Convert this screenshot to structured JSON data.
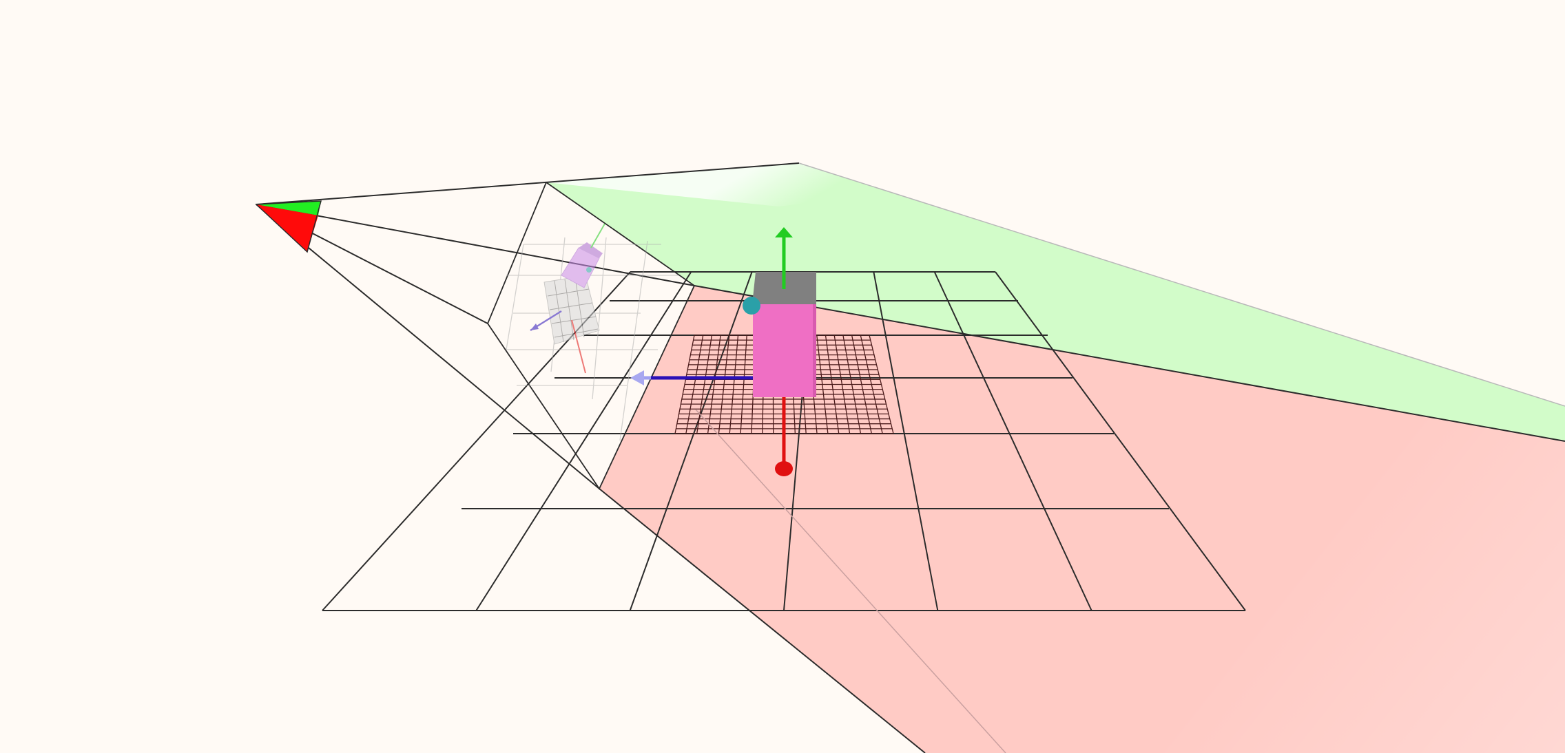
{
  "scene": {
    "background": "#fffaf5",
    "colors": {
      "x_axis": "#e01010",
      "y_axis": "#22cc22",
      "z_axis": "#2a10b8",
      "object": "#ef6fc4",
      "object_top": "#808080",
      "handle": "#2aa0a8",
      "plane_red": "#ffcbc5",
      "plane_green": "#d2fcc9",
      "grid_line": "#2b2b2b",
      "fine_grid": "#4a1a1a"
    },
    "icons": {
      "camera_apex": "camera-frustum-apex-icon",
      "y_arrow": "arrow-up-icon",
      "x_arrow": "sphere-tip-icon",
      "z_arrow": "arrow-left-icon",
      "handle": "circle-handle-icon"
    },
    "floor_grid": {
      "columns": 6,
      "rows": 6,
      "fine_divisions": 20
    }
  }
}
